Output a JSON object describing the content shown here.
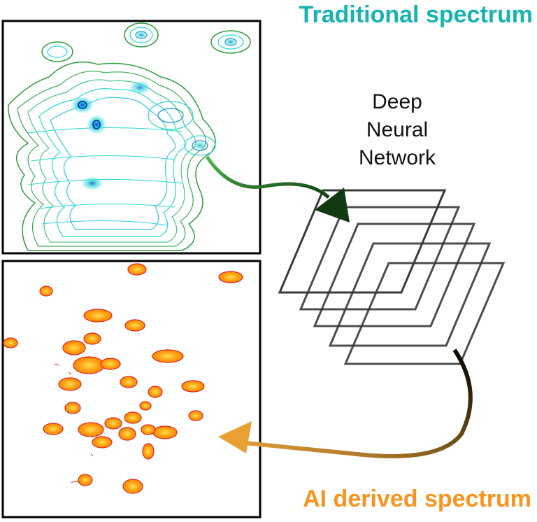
{
  "titles": {
    "traditional": "Traditional spectrum",
    "ai_derived": "AI derived spectrum"
  },
  "network_label": [
    "Deep",
    "Neural",
    "Network"
  ],
  "colors": {
    "traditional_title": "#17b3b3",
    "ai_title": "#f7941d",
    "traditional_contour_outer": "#2e9e3e",
    "traditional_contour_mid": "#2bd6d6",
    "traditional_contour_inner": "#1a3fd6",
    "ai_contour_outer": "#e0231f",
    "ai_contour_fill": "#ffa51a",
    "ai_contour_core": "#ffd23a",
    "arrow_top": "#1e6e1e",
    "arrow_bottom": "#e0a030",
    "layer_stroke": "#3a3a3a",
    "frame": "#000000"
  },
  "icons": {
    "top_arrow": "curved-arrow-right",
    "bottom_arrow": "curved-arrow-left",
    "network_layers": "stacked-planes"
  }
}
